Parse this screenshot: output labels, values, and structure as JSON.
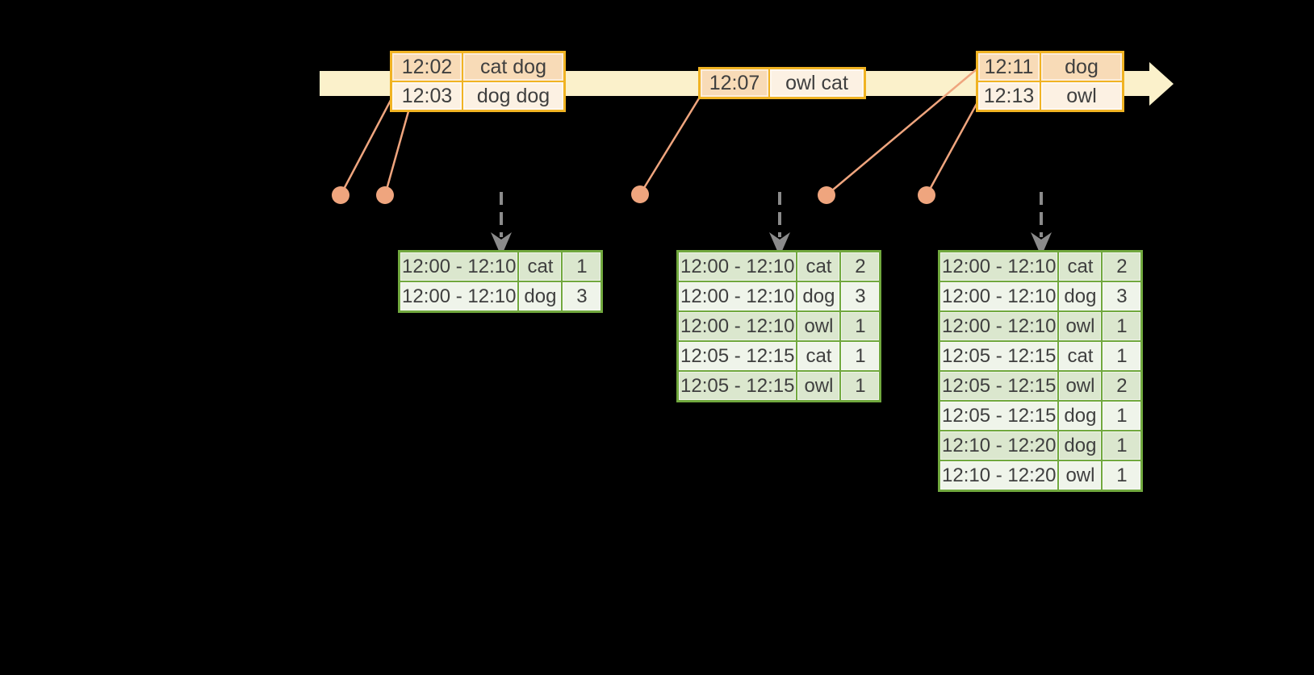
{
  "colors": {
    "background": "#000000",
    "timeline_band": "#fbf1cb",
    "event_table_border": "#f0b323",
    "event_row_dark": "#f8dbb7",
    "event_row_light": "#fcf1e3",
    "connector": "#efa57e",
    "result_table_border": "#71a83e",
    "result_row_tint": "#dbe7ce",
    "result_row_light": "#eff4ea",
    "emit_arrow": "#8b8b8b",
    "text": "#3f3f3f"
  },
  "timeline": {
    "direction": "left-to-right"
  },
  "event_tables": [
    {
      "name": "events-at-12-02",
      "rows": [
        {
          "time": "12:02",
          "events": "cat dog"
        },
        {
          "time": "12:03",
          "events": "dog dog"
        }
      ]
    },
    {
      "name": "events-at-12-07",
      "rows": [
        {
          "time": "12:07",
          "events": "owl cat"
        }
      ]
    },
    {
      "name": "events-at-12-11",
      "rows": [
        {
          "time": "12:11",
          "events": "dog"
        },
        {
          "time": "12:13",
          "events": "owl"
        }
      ]
    }
  ],
  "result_tables": [
    {
      "name": "window-results-1",
      "rows": [
        {
          "window": "12:00 - 12:10",
          "key": "cat",
          "count": "1"
        },
        {
          "window": "12:00 - 12:10",
          "key": "dog",
          "count": "3"
        }
      ]
    },
    {
      "name": "window-results-2",
      "rows": [
        {
          "window": "12:00 - 12:10",
          "key": "cat",
          "count": "2"
        },
        {
          "window": "12:00 - 12:10",
          "key": "dog",
          "count": "3"
        },
        {
          "window": "12:00 - 12:10",
          "key": "owl",
          "count": "1"
        },
        {
          "window": "12:05 - 12:15",
          "key": "cat",
          "count": "1"
        },
        {
          "window": "12:05 - 12:15",
          "key": "owl",
          "count": "1"
        }
      ]
    },
    {
      "name": "window-results-3",
      "rows": [
        {
          "window": "12:00 - 12:10",
          "key": "cat",
          "count": "2"
        },
        {
          "window": "12:00 - 12:10",
          "key": "dog",
          "count": "3"
        },
        {
          "window": "12:00 - 12:10",
          "key": "owl",
          "count": "1"
        },
        {
          "window": "12:05 - 12:15",
          "key": "cat",
          "count": "1"
        },
        {
          "window": "12:05 - 12:15",
          "key": "owl",
          "count": "2"
        },
        {
          "window": "12:05 - 12:15",
          "key": "dog",
          "count": "1"
        },
        {
          "window": "12:10 - 12:20",
          "key": "dog",
          "count": "1"
        },
        {
          "window": "12:10 - 12:20",
          "key": "owl",
          "count": "1"
        }
      ]
    }
  ],
  "icons": [
    "timeline-arrowhead-icon",
    "event-time-dot-icon",
    "emit-arrow-icon"
  ]
}
